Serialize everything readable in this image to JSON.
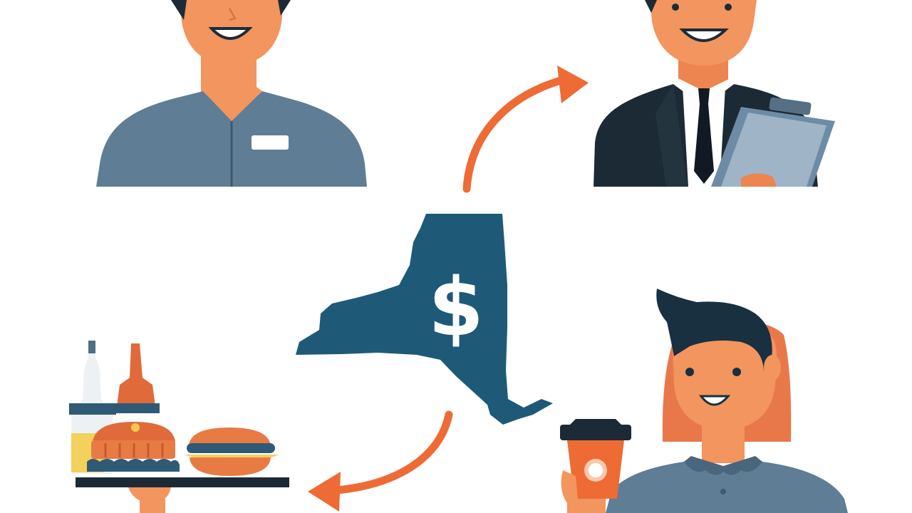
{
  "illustration": {
    "center_symbol": "$",
    "figures": [
      {
        "name": "worker-in-uniform",
        "icon": "worker-icon"
      },
      {
        "name": "businessman-with-clipboard",
        "icon": "manager-icon"
      },
      {
        "name": "barista-with-coffee",
        "icon": "barista-icon"
      },
      {
        "name": "food-tray",
        "icon": "food-tray-icon"
      }
    ],
    "state_shape": "new-york-state-map",
    "arrows": [
      "arrow-to-manager",
      "arrow-to-food"
    ]
  },
  "colors": {
    "skin": "#F2955E",
    "skin_shadow": "#E57E49",
    "uniform": "#5F7D94",
    "suit": "#1C2A35",
    "hair": "#18303F",
    "map": "#1E5A78",
    "arrow": "#EE6B35",
    "red_hair": "#E8784A",
    "clipboard": "#6D8BA5"
  }
}
